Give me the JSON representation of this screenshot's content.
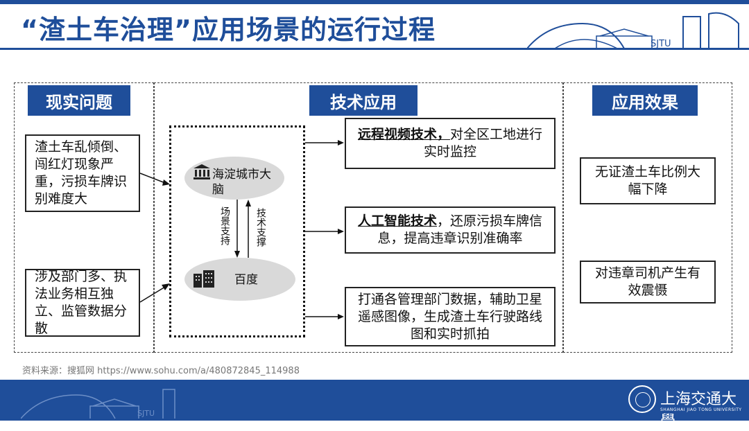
{
  "slide": {
    "title": "“渣土车治理”应用场景的运行过程",
    "source": "资料来源：搜狐网 https://www.sohu.com/a/480872845_114988"
  },
  "columns": {
    "left_header": "现实问题",
    "middle_header": "技术应用",
    "right_header": "应用效果"
  },
  "problems": [
    "渣土车乱倾倒、闯红灯现象严重，污损车牌识别难度大",
    "涉及部门多、执法业务相互独立、监管数据分散"
  ],
  "platform": {
    "city_brain": "海淀城市大脑",
    "baidu": "百度",
    "scene_support": "场景支持",
    "tech_support": "技术支撑"
  },
  "tech": [
    {
      "bold": "远程视频技术，",
      "rest": "对全区工地进行实时监控"
    },
    {
      "bold": "人工智能技术",
      "rest": "，还原污损车牌信息，提高违章识别准确率"
    },
    {
      "bold": "",
      "rest": "打通各管理部门数据，辅助卫星遥感图像，生成渣土车行驶路线图和实时抓拍"
    }
  ],
  "effects": [
    "无证渣土车比例大幅下降",
    "对违章司机产生有效震慑"
  ],
  "logo": {
    "mark_text": "SJTU",
    "university": "上海交通大學",
    "university_en": "SHANGHAI JIAO TONG UNIVERSITY"
  },
  "colors": {
    "brand": "#1f4e9a",
    "ellipse": "#d9d9d9"
  },
  "icons": [
    "building-columns-icon",
    "office-buildings-icon"
  ]
}
